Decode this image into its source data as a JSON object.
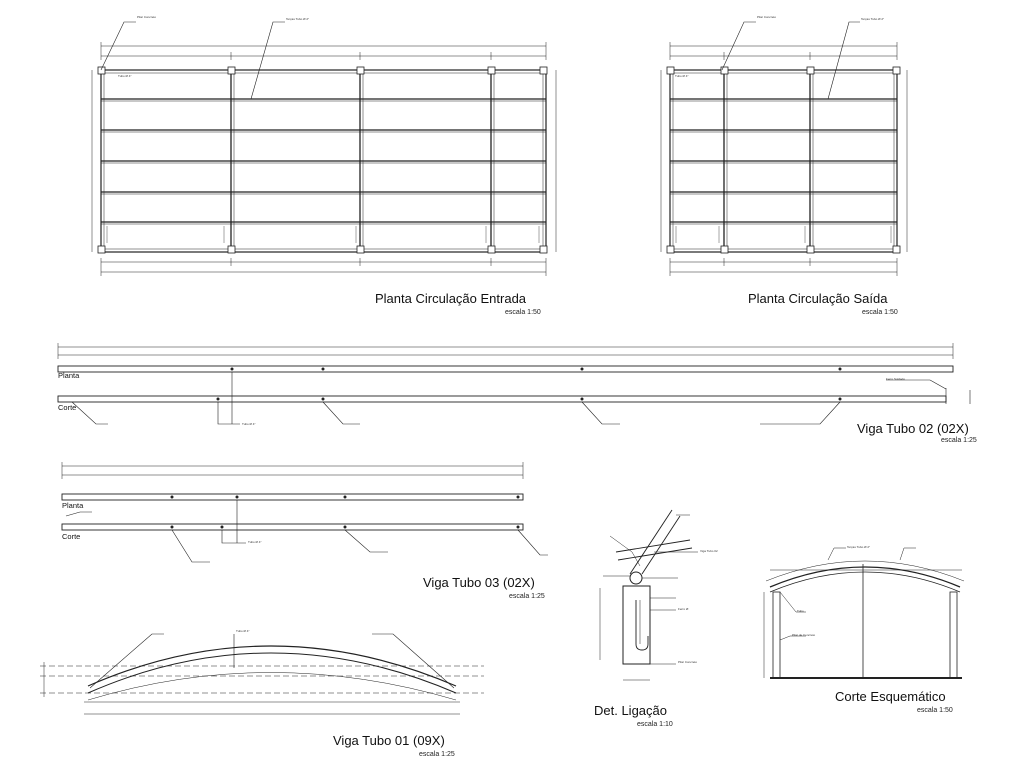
{
  "views": {
    "planta_entrada": {
      "title": "Planta Circulação Entrada",
      "scale": "escala 1:50"
    },
    "planta_saida": {
      "title": "Planta Circulação Saída",
      "scale": "escala 1:50"
    },
    "viga_tubo_02": {
      "title": "Viga Tubo 02 (02X)",
      "scale": "escala 1:25",
      "label_planta": "Planta",
      "label_corte": "Corte"
    },
    "viga_tubo_03": {
      "title": "Viga Tubo 03 (02X)",
      "scale": "escala 1:25",
      "label_planta": "Planta",
      "label_corte": "Corte"
    },
    "viga_tubo_01": {
      "title": "Viga Tubo 01 (09X)",
      "scale": "escala 1:25"
    },
    "det_ligacao": {
      "title": "Det. Ligação",
      "scale": "escala 1:10"
    },
    "corte_esquematico": {
      "title": "Corte Esquemático",
      "scale": "escala 1:50"
    }
  },
  "callouts": {
    "pilar_concreto_entrada": "Pilar Concreto",
    "tercas_tubo_entrada": "Terças Tubo Ø 2\"",
    "pilar_concreto_saida": "Pilar Concreto",
    "tercas_tubo_saida": "Terças Tubo Ø 2\"",
    "tubo_4_entrada": "Tubo Ø 4\"",
    "tubo_4_saida": "Tubo Ø 4\"",
    "ferro_soldado": "Ferro Soldado",
    "tubo_viga_02": "Tubo Ø 4\"",
    "tubo_viga_03": "Tubo Ø 4\"",
    "tubo_viga_01": "Tubo Ø 4\"",
    "viga_tubo_02_det": "Viga Tubo 02",
    "ferro_chumbado": "Ferro Ø",
    "pilar_concreto_det": "Pilar Concreto",
    "tercas_corte": "Terças Tubo Ø 2\"",
    "tubo_corte": "Tubo",
    "pilar_corte": "Pilar de Concreto"
  }
}
